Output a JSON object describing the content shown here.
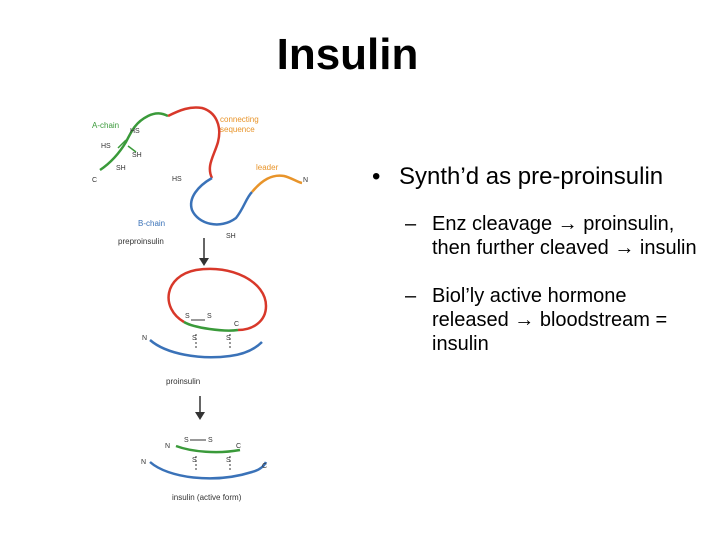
{
  "slide": {
    "title": "Insulin",
    "bullets": [
      {
        "text": "Synth’d as pre-proinsulin",
        "subs": [
          "Enz cleavage → proinsulin, then further cleaved → insulin",
          "Biol’ly active hormone released → bloodstream = insulin"
        ]
      }
    ]
  },
  "diagram": {
    "labels": {
      "a_chain": "A-chain",
      "connecting_1": "connecting",
      "connecting_2": "sequence",
      "leader": "leader",
      "b_chain": "B-chain",
      "preproinsulin": "preproinsulin",
      "proinsulin": "proinsulin",
      "insulin_active": "insulin (active form)",
      "hs": "HS",
      "sh": "SH",
      "s": "S",
      "c": "C",
      "n": "N"
    },
    "colors": {
      "a_chain": "#3a9a3a",
      "connecting": "#d8382a",
      "leader": "#e8942a",
      "b_chain": "#3a72b8",
      "arrow": "#333333"
    }
  }
}
